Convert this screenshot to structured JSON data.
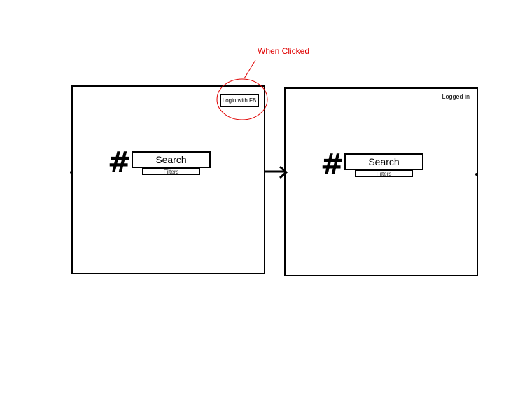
{
  "annotation": {
    "text": "When Clicked",
    "color": "#e00000"
  },
  "screen_before": {
    "icon": "hash-icon",
    "search_label": "Search",
    "filters_label": "Filters",
    "login_button_label": "Login with FB"
  },
  "screen_after": {
    "icon": "hash-icon",
    "search_label": "Search",
    "filters_label": "Filters",
    "status_label": "Logged in"
  },
  "transition": {
    "type": "arrow",
    "from": "screen_before",
    "to": "screen_after"
  }
}
